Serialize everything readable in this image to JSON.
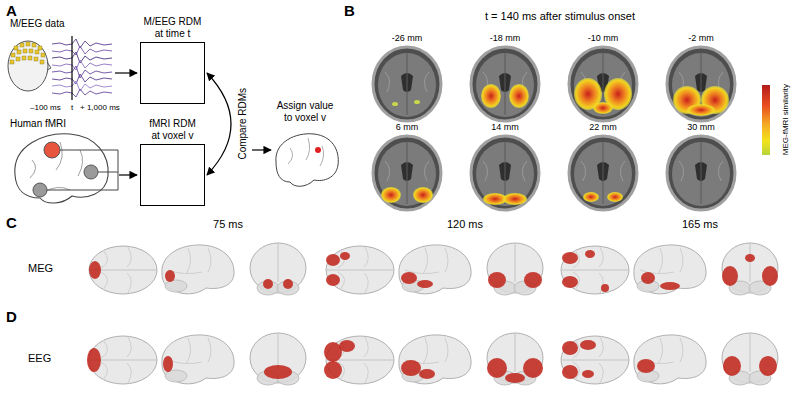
{
  "diagram": {
    "nodes": [
      {
        "text": [
          "M/EEG RDM at time t"
        ]
      },
      {
        "text": [
          "fMRI RDM at voxel v"
        ]
      }
    ],
    "edges": [
      {
        "from": 0,
        "to": 1,
        "arrow": "both",
        "label": "Compare RDMs"
      }
    ],
    "labels": [
      "A",
      "M/EEG data",
      "–100 ms",
      "t",
      "+ 1,000 ms",
      "Human fMRI",
      "Assign value to voxel v",
      "B",
      "t = 140 ms after stimulus onset",
      "-26 mm",
      "-18 mm",
      "-10 mm",
      "-2 mm",
      "6 mm",
      "14 mm",
      "22 mm",
      "30 mm",
      "MEG-fMRI similarity",
      "C",
      "75 ms",
      "120 ms",
      "165 ms",
      "MEG",
      "D",
      "EEG"
    ]
  }
}
